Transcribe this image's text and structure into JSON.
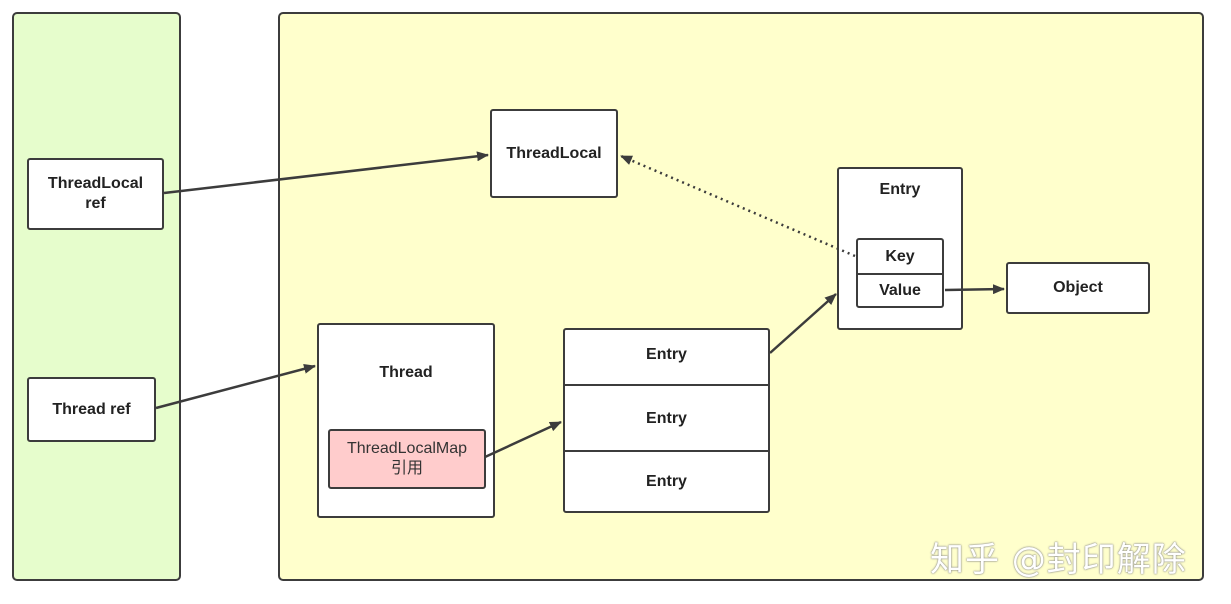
{
  "stack": {
    "threadlocal_ref": [
      "ThreadLocal",
      "ref"
    ],
    "thread_ref": "Thread ref"
  },
  "heap": {
    "threadlocal": "ThreadLocal",
    "thread": {
      "title": "Thread",
      "map": [
        "ThreadLocalMap",
        "引用"
      ]
    },
    "entries": [
      "Entry",
      "Entry",
      "Entry"
    ],
    "entry_detail": {
      "title": "Entry",
      "key": "Key",
      "value": "Value"
    },
    "object": "Object"
  },
  "colors": {
    "stack_bg": "#e6fdcc",
    "heap_bg": "#ffffcc",
    "map_bg": "#ffcccc",
    "stroke": "#3c3c3c"
  },
  "watermark": "知乎 @封印解除"
}
